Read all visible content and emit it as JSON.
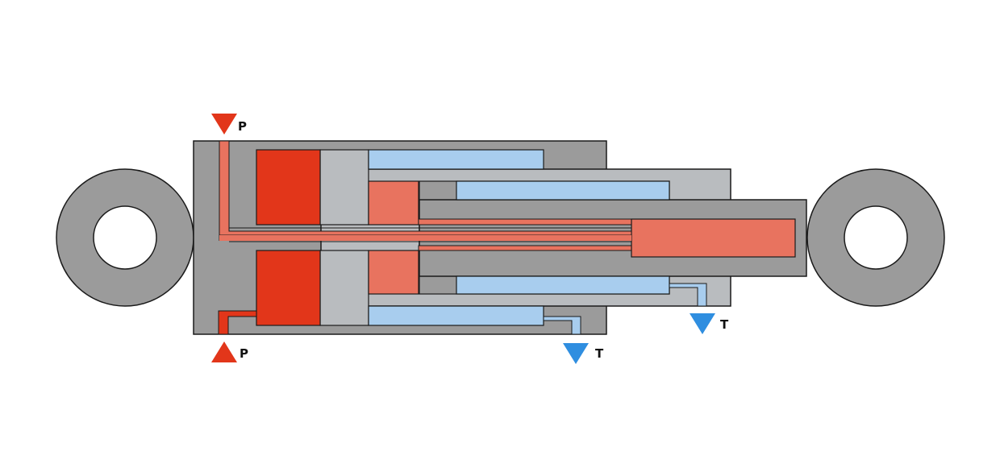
{
  "diagram": {
    "labels": {
      "pressure_top": "P",
      "pressure_bottom": "P",
      "tank_inner": "T",
      "tank_outer": "T"
    },
    "colors": {
      "background": "#ffffff",
      "housing": "#9b9b9b",
      "stage_gray": "#b9bcbf",
      "pressure_red": "#e2361a",
      "pressure_light": "#e8735f",
      "return_blue": "#a8cdee",
      "arrow_blue": "#2f8ee0",
      "outline": "#1a1a1a"
    }
  }
}
